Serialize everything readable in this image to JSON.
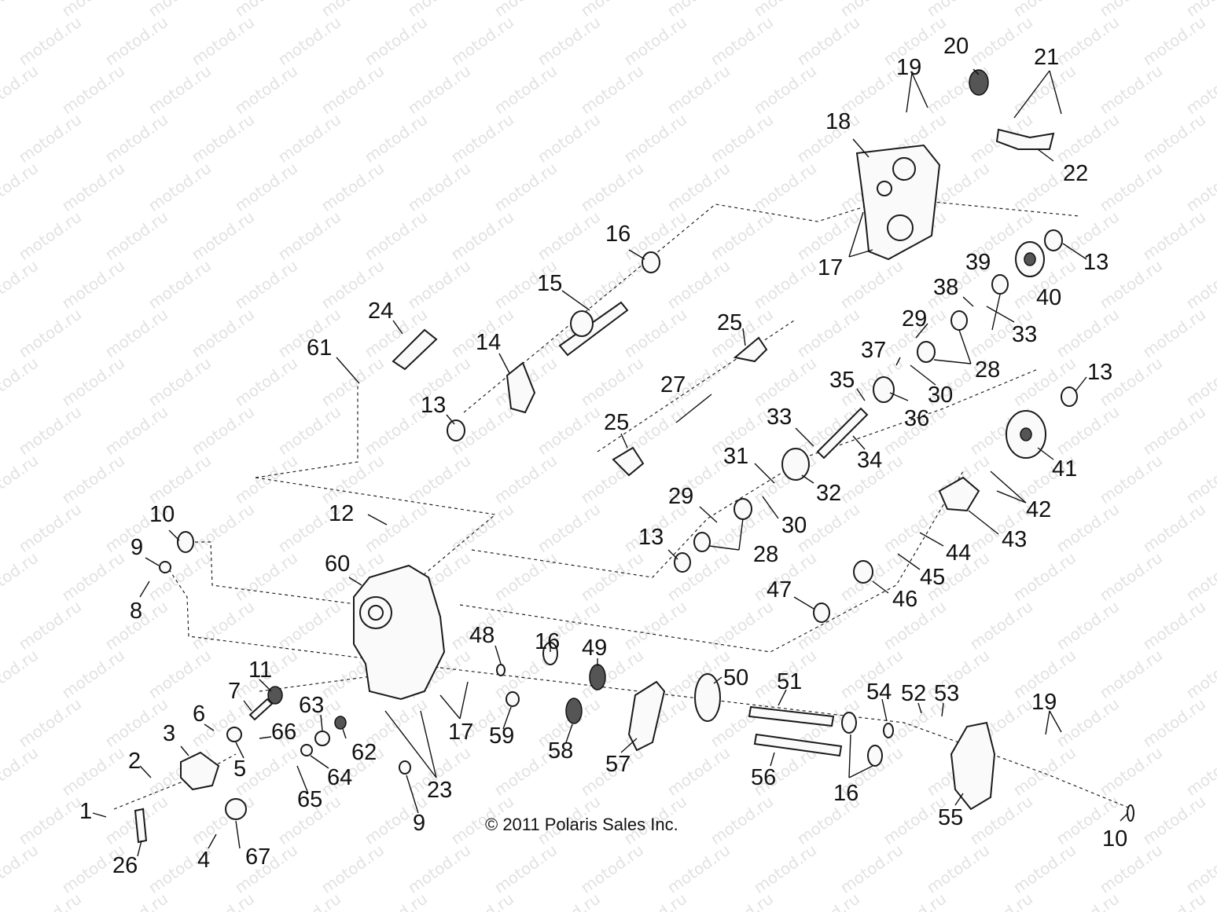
{
  "watermark": "motod.ru",
  "copyright": "© 2011 Polaris Sales Inc.",
  "callouts": [
    "1",
    "2",
    "3",
    "4",
    "5",
    "6",
    "7",
    "8",
    "9",
    "10",
    "11",
    "12",
    "13",
    "14",
    "15",
    "16",
    "17",
    "18",
    "19",
    "20",
    "21",
    "22",
    "23",
    "24",
    "25",
    "26",
    "27",
    "28",
    "29",
    "30",
    "31",
    "32",
    "33",
    "34",
    "35",
    "36",
    "37",
    "38",
    "39",
    "40",
    "41",
    "42",
    "43",
    "44",
    "45",
    "46",
    "47",
    "48",
    "49",
    "50",
    "51",
    "52",
    "53",
    "54",
    "55",
    "56",
    "57",
    "58",
    "59",
    "60",
    "61",
    "62",
    "63",
    "64",
    "65",
    "66",
    "67"
  ]
}
